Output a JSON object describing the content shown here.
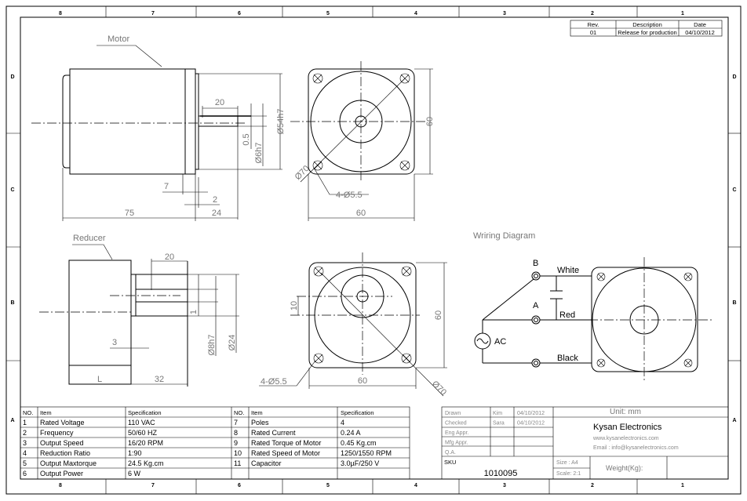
{
  "ruler": {
    "columns": [
      "8",
      "7",
      "6",
      "5",
      "4",
      "3",
      "2",
      "1"
    ],
    "rows": [
      "D",
      "C",
      "B",
      "A"
    ]
  },
  "revision_table": {
    "headers": [
      "Rev.",
      "Description",
      "Date"
    ],
    "rows": [
      [
        "01",
        "Release for production",
        "04/10/2012"
      ]
    ]
  },
  "motor_view": {
    "label": "Motor",
    "dims": {
      "shaft_len": "20",
      "key_offset": "0.5",
      "shaft_dia": "Ø6h7",
      "pilot_dia": "Ø54h7",
      "d7": "7",
      "d2": "2",
      "body_len": "75",
      "shaft_total": "24"
    }
  },
  "motor_front": {
    "dims": {
      "height": "60",
      "width": "60",
      "pcd": "Ø70",
      "holes": "4-Ø5.5"
    }
  },
  "reducer_view": {
    "label": "Reducer",
    "dims": {
      "shaft_len": "20",
      "d3": "3",
      "d1": "1",
      "shaft_dia": "Ø8h7",
      "boss_dia": "Ø24",
      "body_len": "L",
      "total": "32"
    }
  },
  "reducer_front": {
    "dims": {
      "offset": "10",
      "height": "60",
      "width": "60",
      "pcd": "Ø70",
      "holes": "4-Ø5.5"
    }
  },
  "wiring": {
    "title": "Wriring Diagram",
    "terminal_b": "B",
    "terminal_a": "A",
    "source": "AC",
    "wires": [
      "White",
      "Red",
      "Black"
    ]
  },
  "spec_table": {
    "headers": [
      "NO.",
      "Item",
      "Specification",
      "NO.",
      "Item",
      "Specification"
    ],
    "rows": [
      [
        "1",
        "Rated Voltage",
        "110 VAC",
        "7",
        "Poles",
        "4"
      ],
      [
        "2",
        "Frequency",
        "50/60 HZ",
        "8",
        "Rated Current",
        "0.24 A"
      ],
      [
        "3",
        "Output  Speed",
        "16/20 RPM",
        "9",
        "Rated Torque of Motor",
        "0.45 Kg.cm"
      ],
      [
        "4",
        "Reduction Ratio",
        "1:90",
        "10",
        "Rated Speed of Motor",
        "1250/1550 RPM"
      ],
      [
        "5",
        "Output Maxtorque",
        "24.5 Kg.cm",
        "11",
        "Capacitor",
        "3.0µF/250 V"
      ],
      [
        "6",
        "Output Power",
        "6 W",
        "",
        "",
        " "
      ]
    ]
  },
  "title_block": {
    "approvals": [
      {
        "role": "Drawn",
        "name": "Kim",
        "date": "04/10/2012"
      },
      {
        "role": "Checked",
        "name": "Sara",
        "date": "04/10/2012"
      },
      {
        "role": "Eng Appr.",
        "name": "",
        "date": ""
      },
      {
        "role": "Mfg Appr.",
        "name": "",
        "date": ""
      },
      {
        "role": "Q.A.",
        "name": "",
        "date": ""
      }
    ],
    "unit": "Unit: mm",
    "company": "Kysan Electronics",
    "website": "www.kysanelectronics.com",
    "email": "Email : info@kysanelectronics.com",
    "sku_label": "SKU",
    "sku": "1010095",
    "size": "Size : A4",
    "scale": "Scale: 2:1",
    "weight_label": "Weight(Kg):"
  }
}
